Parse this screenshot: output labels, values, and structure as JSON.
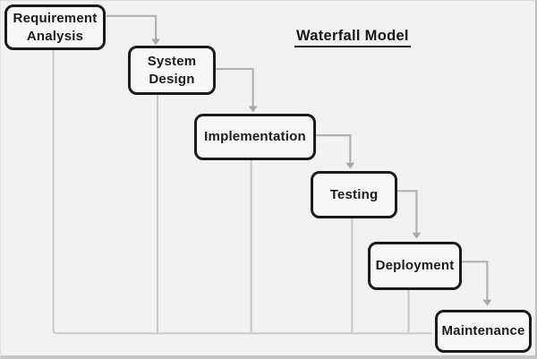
{
  "title": "Waterfall Model",
  "diagram": {
    "boxes": [
      {
        "id": "requirement-analysis",
        "label": "Requirement Analysis"
      },
      {
        "id": "system-design",
        "label": "System Design"
      },
      {
        "id": "implementation",
        "label": "Implementation"
      },
      {
        "id": "testing",
        "label": "Testing"
      },
      {
        "id": "deployment",
        "label": "Deployment"
      },
      {
        "id": "maintenance",
        "label": "Maintenance"
      }
    ],
    "edges": [
      {
        "from": "Requirement Analysis",
        "to": "System Design"
      },
      {
        "from": "System Design",
        "to": "Implementation"
      },
      {
        "from": "Implementation",
        "to": "Testing"
      },
      {
        "from": "Testing",
        "to": "Deployment"
      },
      {
        "from": "Deployment",
        "to": "Maintenance"
      }
    ],
    "feedback_rail": "vertical drop lines from each phase joined to a bottom rail leading into Maintenance"
  },
  "colors": {
    "background": "#f3f2f2",
    "box_fill": "#f8f7f7",
    "box_border": "#1b1b1b",
    "text": "#1c1c1c",
    "cascade_arrow": "#b2b0b0",
    "feedback_line": "#c7c5c5"
  }
}
